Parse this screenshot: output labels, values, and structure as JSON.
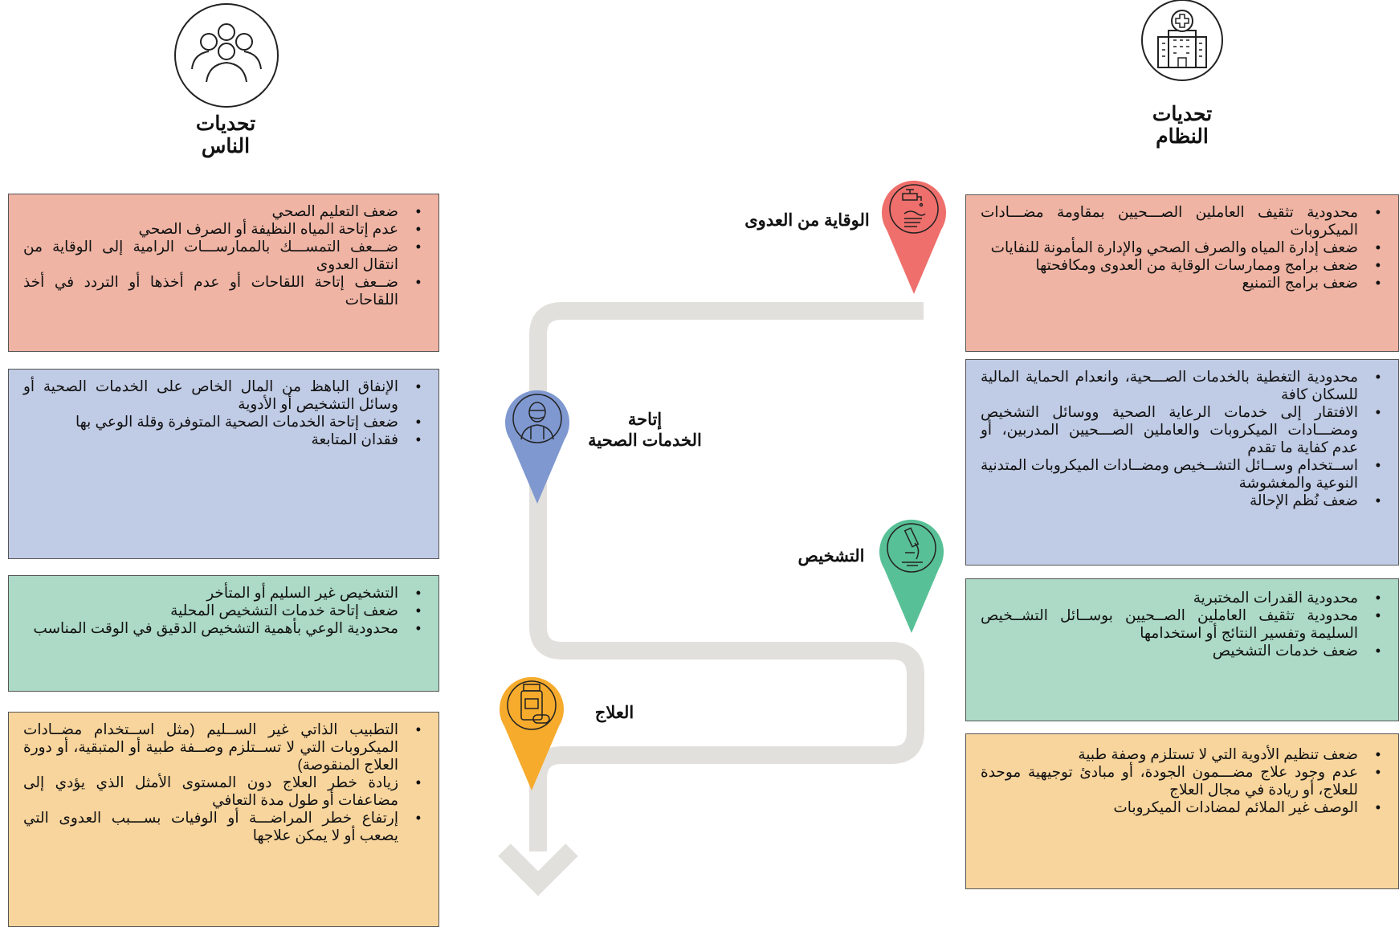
{
  "headers": {
    "people": {
      "line1": "تحديات",
      "line2": "الناس",
      "icon": "people-group-icon"
    },
    "system": {
      "line1": "تحديات",
      "line2": "النظام",
      "icon": "hospital-building-icon"
    }
  },
  "stages": {
    "prevention": {
      "label": "الوقاية من العدوى",
      "color": "#ee6f6b",
      "icon": "handwashing-tap-icon"
    },
    "access": {
      "line1": "إتاحة",
      "line2": "الخدمات الصحية",
      "color": "#7f98d0",
      "icon": "health-worker-icon"
    },
    "diagnosis": {
      "label": "التشخيص",
      "color": "#58c096",
      "icon": "microscope-icon"
    },
    "treatment": {
      "label": "العلاج",
      "color": "#f6ab2c",
      "icon": "medicine-bottle-icon"
    }
  },
  "colors": {
    "red_box": "#efb4a4",
    "blue_box": "#c0cbe5",
    "green_box": "#acdac6",
    "yellow_box": "#f8d59d",
    "path": "#e2e0dc"
  },
  "people_boxes": {
    "prevention": [
      "ضعف التعليم الصحي",
      "عدم إتاحة المياه النظيفة أو الصرف الصحي",
      "ضـــعف التمســـك بالممارســـات الرامية إلى الوقاية من انتقال العدوى",
      "ضــعف إتاحة اللقاحات أو عدم أخذها أو التردد في أخذ اللقاحات"
    ],
    "access": [
      "الإنفاق الباهظ من المال الخاص على الخدمات الصحية أو وسائل التشخيص أو الأدوية",
      "ضعف إتاحة الخدمات الصحية المتوفرة وقلة الوعي بها",
      "فقدان المتابعة"
    ],
    "diagnosis": [
      "التشخيص غير السليم أو المتأخر",
      "ضعف إتاحة خدمات التشخيص المحلية",
      "محدودية الوعي بأهمية التشخيص الدقيق في الوقت المناسب"
    ],
    "treatment": [
      "التطبيب الذاتي غير الســليم (مثل اســتخدام مضــادات الميكروبات التي لا تســتلزم وصــفة طبية أو المتبقية، أو دورة العلاج المنقوصة)",
      "زيادة خطر العلاج دون المستوى الأمثل الذي يؤدي إلى مضاعفات أو طول مدة التعافي",
      "إرتفاع خطر المراضـــة أو الوفيات بســـبب العدوى التي يصعب أو لا يمكن علاجها"
    ]
  },
  "system_boxes": {
    "prevention": [
      "محدودية تثقيف العاملين الصـــحيين بمقاومة مضـــادات الميكروبات",
      "ضعف إدارة المياه والصرف الصحي والإدارة المأمونة للنفايات",
      "ضعف برامج وممارسات الوقاية من العدوى ومكافحتها",
      "ضعف برامج التمنيع"
    ],
    "access": [
      "محدودية التغطية بالخدمات الصـــحية، وانعدام الحماية المالية للسكان كافة",
      "الافتقار إلى خدمات الرعاية الصحية ووسائل التشخيص ومضـــادات الميكروبات والعاملين الصـــحيين المدربين، أو عدم كفاية ما تقدم",
      "اســتخدام وســائل التشــخيص ومضــادات الميكروبات المتدنية النوعية والمغشوشة",
      "ضعف نُظم الإحالة"
    ],
    "diagnosis": [
      "محدودية القدرات المختبرية",
      "محدودية تثقيف العاملين الصــحيين بوســائل التشــخيص السليمة وتفسير النتائج أو استخدامها",
      "ضعف خدمات التشخيص"
    ],
    "treatment": [
      "ضعف تنظيم الأدوية التي لا تستلزم وصفة طبية",
      "عدم وجود علاج مضـــمون الجودة، أو مبادئ توجيهية موحدة للعلاج، أو ريادة في مجال العلاج",
      "الوصف غير الملائم لمضادات الميكروبات"
    ]
  }
}
